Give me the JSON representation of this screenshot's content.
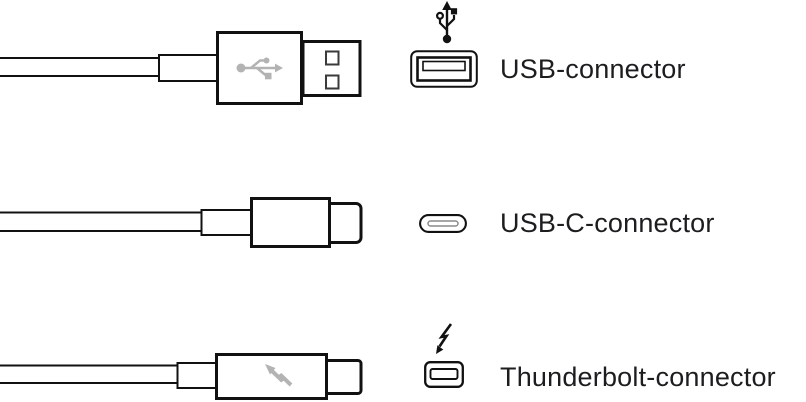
{
  "figure": {
    "rows": [
      {
        "id": "usb",
        "label": "USB-connector"
      },
      {
        "id": "usb-c",
        "label": "USB-C-connector"
      },
      {
        "id": "thunderbolt",
        "label": "Thunderbolt-connector"
      }
    ],
    "colors": {
      "stroke": "#111111",
      "hole_stroke": "#3a3a3a",
      "accent_gray": "#b3b3b3",
      "text": "#1d1d1f",
      "background": "#ffffff"
    }
  }
}
